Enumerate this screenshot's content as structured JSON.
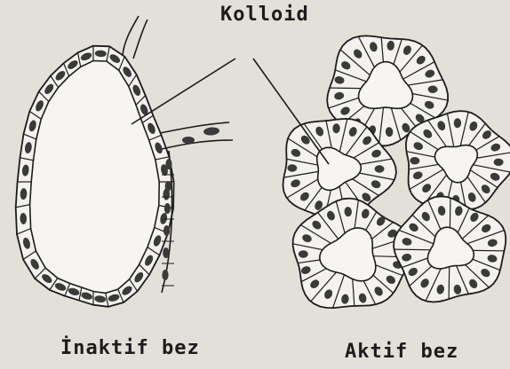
{
  "labels": {
    "top": "Kolloid",
    "left": "İnaktif bez",
    "right": "Aktif bez"
  },
  "colors": {
    "paper": "#e3e0da",
    "ink": "#1c1c1c",
    "cell_fill": "#f4f2ee",
    "nucleus": "#3a3a3a",
    "colloid": "#f6f5f2"
  }
}
